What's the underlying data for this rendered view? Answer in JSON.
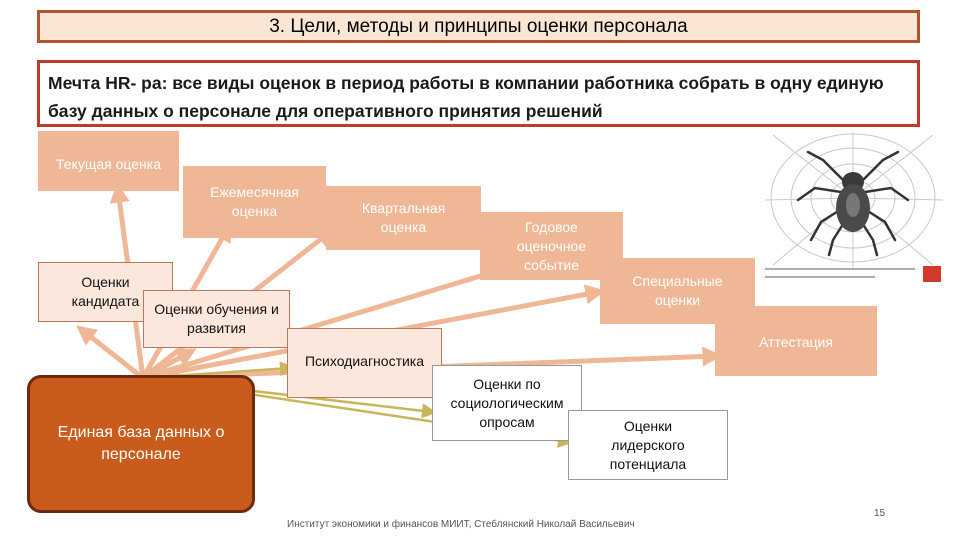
{
  "title": "3. Цели, методы и принципы оценки персонала",
  "dream_text": "Мечта HR- ра: все виды оценок в период работы в компании работника собрать в одну единую базу данных о персонале для оперативного принятия решений",
  "nodes": {
    "current": "Текущая оценка",
    "monthly": "Ежемесячная оценка",
    "quarterly": "Квартальная оценка",
    "annual": "Годовое оценочное событие",
    "special": "Специальные оценки",
    "attestation": "Аттестация",
    "candidates": "Оценки кандидата",
    "training": "Оценки обучения и развития",
    "psychodiag": "Психодиагностика",
    "sociological": "Оценки по социологическим опросам",
    "leadership": "Оценки лидерского потенциала",
    "database": "Единая база данных о персонале"
  },
  "colors": {
    "arrow_salmon": "#f0b796",
    "arrow_olive": "#c9b55a",
    "database_fill": "#c95c1c",
    "title_border": "#b5542a"
  },
  "footer": "Институт экономики и финансов МИИТ, Стеблянский Николай Васильевич",
  "page_number": "15"
}
